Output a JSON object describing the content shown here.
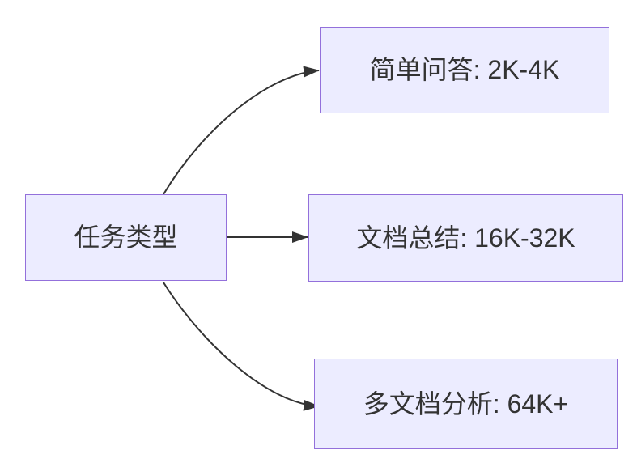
{
  "diagram": {
    "type": "flowchart",
    "direction": "left-to-right",
    "background_color": "#FFFFFF",
    "colors": {
      "node_fill": "#ECECFF",
      "node_border": "#9370DB",
      "edge_stroke": "#333333",
      "text": "#333333"
    },
    "nodes": [
      {
        "id": "task-type",
        "label": "任务类型"
      },
      {
        "id": "simple-qa",
        "label": "简单问答: 2K-4K"
      },
      {
        "id": "doc-summary",
        "label": "文档总结: 16K-32K"
      },
      {
        "id": "multi-doc",
        "label": "多文档分析: 64K+"
      }
    ],
    "edges": [
      {
        "from": "task-type",
        "to": "simple-qa"
      },
      {
        "from": "task-type",
        "to": "doc-summary"
      },
      {
        "from": "task-type",
        "to": "multi-doc"
      }
    ]
  }
}
